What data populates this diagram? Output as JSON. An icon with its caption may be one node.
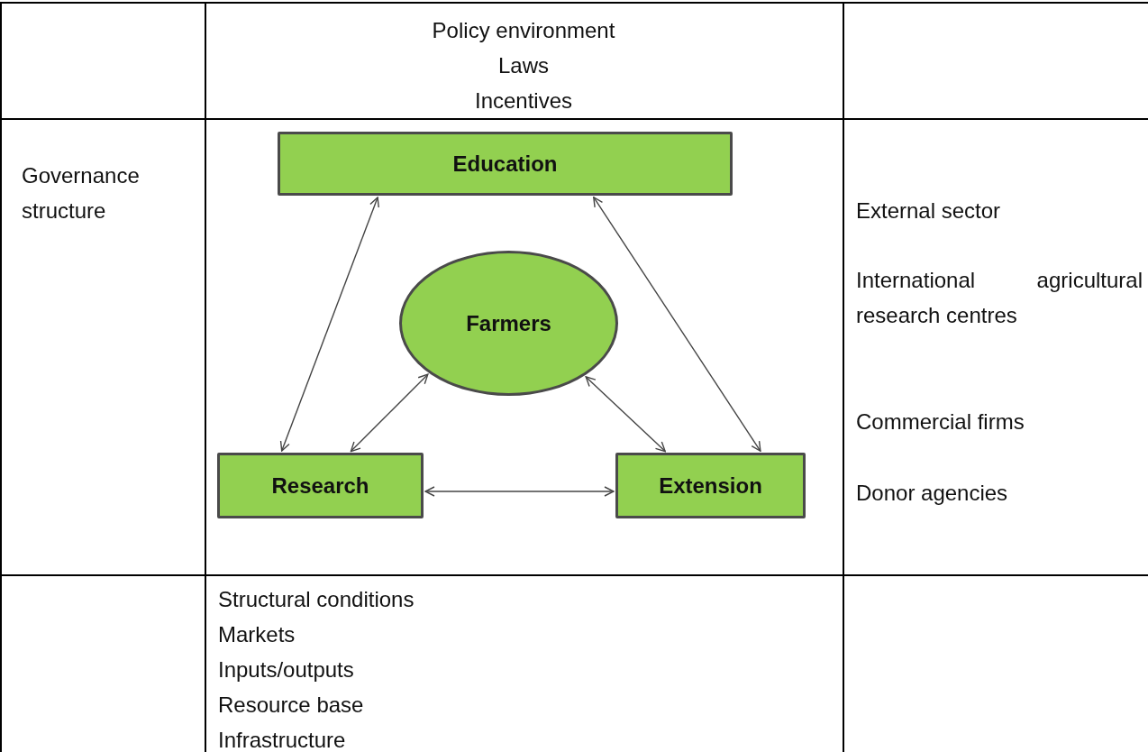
{
  "diagram": {
    "nodes": [
      {
        "text": [
          "Education"
        ]
      },
      {
        "text": [
          "Farmers"
        ]
      },
      {
        "text": [
          "Research"
        ]
      },
      {
        "text": [
          "Extension"
        ]
      }
    ],
    "edges": [
      {
        "from": 2,
        "to": 0,
        "arrow": "both"
      },
      {
        "from": 2,
        "to": 1,
        "arrow": "both"
      },
      {
        "from": 0,
        "to": 3,
        "arrow": "both"
      },
      {
        "from": 1,
        "to": 3,
        "arrow": "both"
      },
      {
        "from": 2,
        "to": 3,
        "arrow": "both"
      }
    ],
    "labels": [
      "Policy environment",
      "Laws",
      "Incentives",
      "Governance structure",
      "External sector",
      "International agricultural research centres",
      "Commercial firms",
      "Donor agencies",
      "Structural conditions",
      "Markets",
      "Inputs/outputs",
      "Resource base",
      "Infrastructure"
    ]
  }
}
